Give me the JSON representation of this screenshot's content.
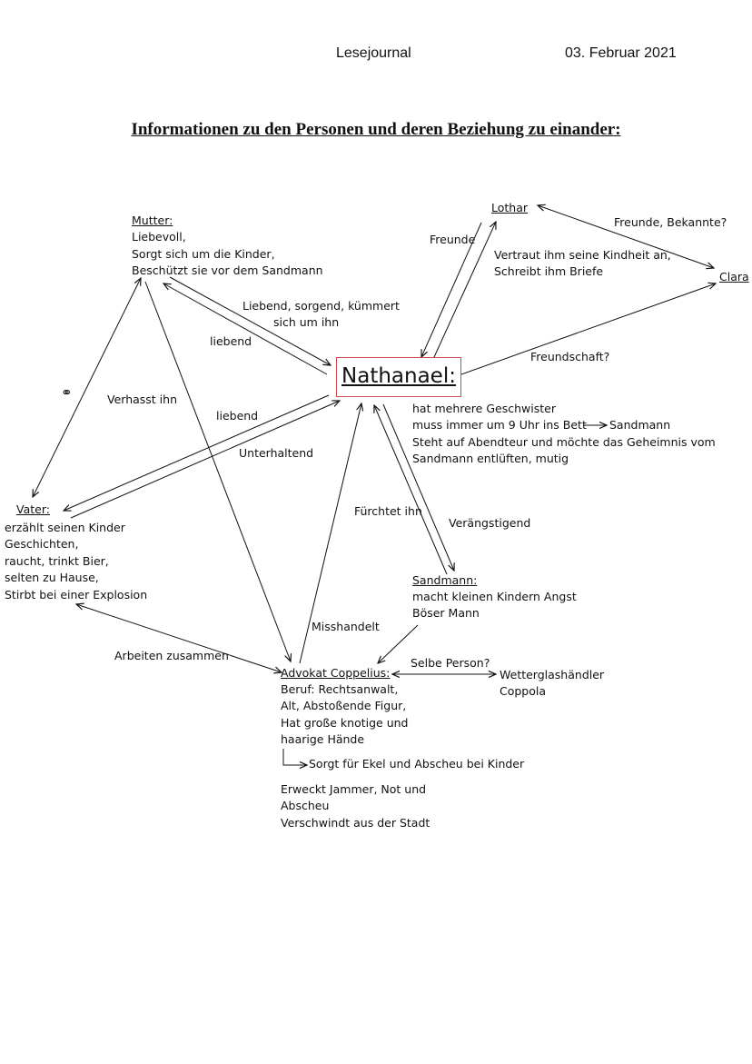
{
  "header": {
    "left": "Lesejournal",
    "right": "03. Februar 2021"
  },
  "title": "Informationen zu den Personen und deren Beziehung zu einander:",
  "nodes": {
    "nathanael": {
      "name": "Nathanael:",
      "lines": [
        "hat mehrere Geschwister",
        "muss immer um 9 Uhr ins Bett",
        "Steht auf Abendteur und möchte das Geheimnis vom",
        "Sandmann entlüften, mutig"
      ],
      "bed_target": "Sandmann"
    },
    "mutter": {
      "name": "Mutter:",
      "lines": [
        "Liebevoll,",
        "Sorgt sich um die Kinder,",
        "Beschützt sie vor dem Sandmann"
      ]
    },
    "vater": {
      "name": "Vater:",
      "lines": [
        "erzählt seinen Kinder",
        "Geschichten,",
        "raucht, trinkt Bier,",
        "selten zu Hause,",
        "Stirbt bei einer Explosion"
      ]
    },
    "lothar": {
      "name": "Lothar"
    },
    "clara": {
      "name": "Clara"
    },
    "sandmann": {
      "name": "Sandmann:",
      "lines": [
        "macht kleinen Kindern Angst",
        "Böser Mann"
      ]
    },
    "coppelius": {
      "name": "Advokat Coppelius:",
      "lines": [
        "Beruf: Rechtsanwalt,",
        "Alt, Abstoßende Figur,",
        "Hat große knotige und",
        "haarige Hände"
      ],
      "sub": "Sorgt für Ekel und Abscheu bei Kinder",
      "extra": [
        "Erweckt Jammer, Not und",
        "Abscheu",
        "Verschwindt aus der Stadt"
      ]
    },
    "wetterglas": {
      "lines": [
        "Wetterglashändler",
        "Coppola"
      ]
    }
  },
  "relations": {
    "mutter_to_nathanael": "Liebend, sorgend, kümmert",
    "mutter_to_nathanael_2": "sich um ihn",
    "nathanael_to_mutter": "liebend",
    "mutter_vater_symbol": "⚭",
    "vater_mutter": "Verhasst ihn",
    "nathanael_to_vater": "liebend",
    "vater_to_nathanael": "Unterhaltend",
    "lothar_nathanael": "Freunde",
    "nathanael_to_lothar": "Vertraut ihm seine Kindheit an,",
    "nathanael_to_lothar_2": "Schreibt ihm Briefe",
    "lothar_clara": "Freunde, Bekannte?",
    "nathanael_clara": "Freundschaft?",
    "nathanael_sandmann": "Fürchtet ihn",
    "sandmann_nathanael": "Verängstigend",
    "coppelius_nathanael": "Misshandelt",
    "vater_coppelius": "Arbeiten zusammen",
    "coppelius_coppola": "Selbe Person?"
  }
}
